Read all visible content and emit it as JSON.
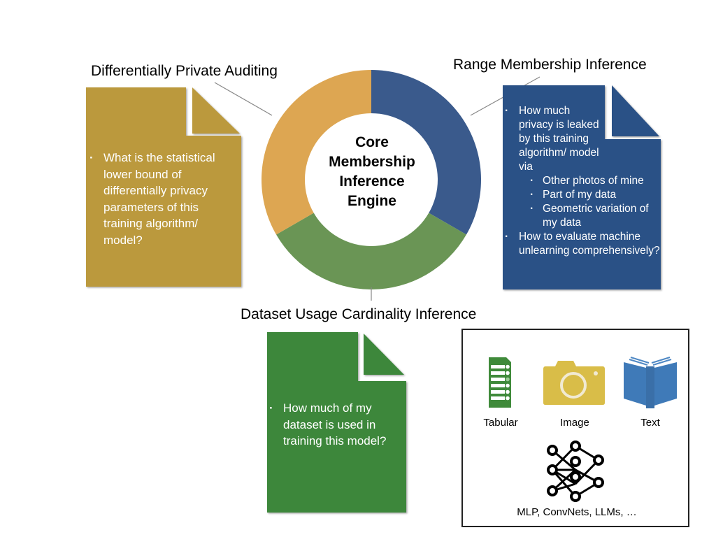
{
  "diagram": {
    "center_label": "Core Membership Inference Engine",
    "center_lines": [
      "Core",
      "Membership",
      "Inference",
      "Engine"
    ],
    "ring_segments": [
      {
        "name": "Range Membership Inference",
        "color": "#3a5a8c",
        "start_deg": 0,
        "end_deg": 120
      },
      {
        "name": "Dataset Usage Cardinality Inference",
        "color": "#6a9555",
        "start_deg": 120,
        "end_deg": 240
      },
      {
        "name": "Differentially Private Auditing",
        "color": "#dda652",
        "start_deg": 240,
        "end_deg": 360
      }
    ],
    "sections": {
      "dp_auditing": {
        "title": "Differentially Private Auditing",
        "color": "#bb993d",
        "bullets": [
          "What is the statistical lower bound of differentially privacy parameters of this training algorithm/ model?"
        ]
      },
      "range_mi": {
        "title": "Range Membership Inference",
        "color": "#2a5186",
        "bullets": [
          {
            "text": "How much privacy is leaked by this training algorithm/ model via",
            "sub": [
              "Other photos of mine",
              "Part of my data",
              "Geometric variation of my data"
            ]
          },
          {
            "text": "How to evaluate machine unlearning comprehensively?",
            "sub": []
          }
        ]
      },
      "cardinality": {
        "title": "Dataset Usage Cardinality Inference",
        "color": "#3d873b",
        "bullets": [
          "How much of my dataset is used in training this model?"
        ]
      }
    },
    "data_panel": {
      "modalities": [
        {
          "label": "Tabular",
          "icon": "tabular-document-icon",
          "color": "#3f8a3a"
        },
        {
          "label": "Image",
          "icon": "camera-icon",
          "color": "#d9bd48"
        },
        {
          "label": "Text",
          "icon": "open-book-icon",
          "color": "#3f7ab8"
        }
      ],
      "models_icon": "neural-network-icon",
      "models_label": "MLP, ConvNets, LLMs, …"
    }
  }
}
